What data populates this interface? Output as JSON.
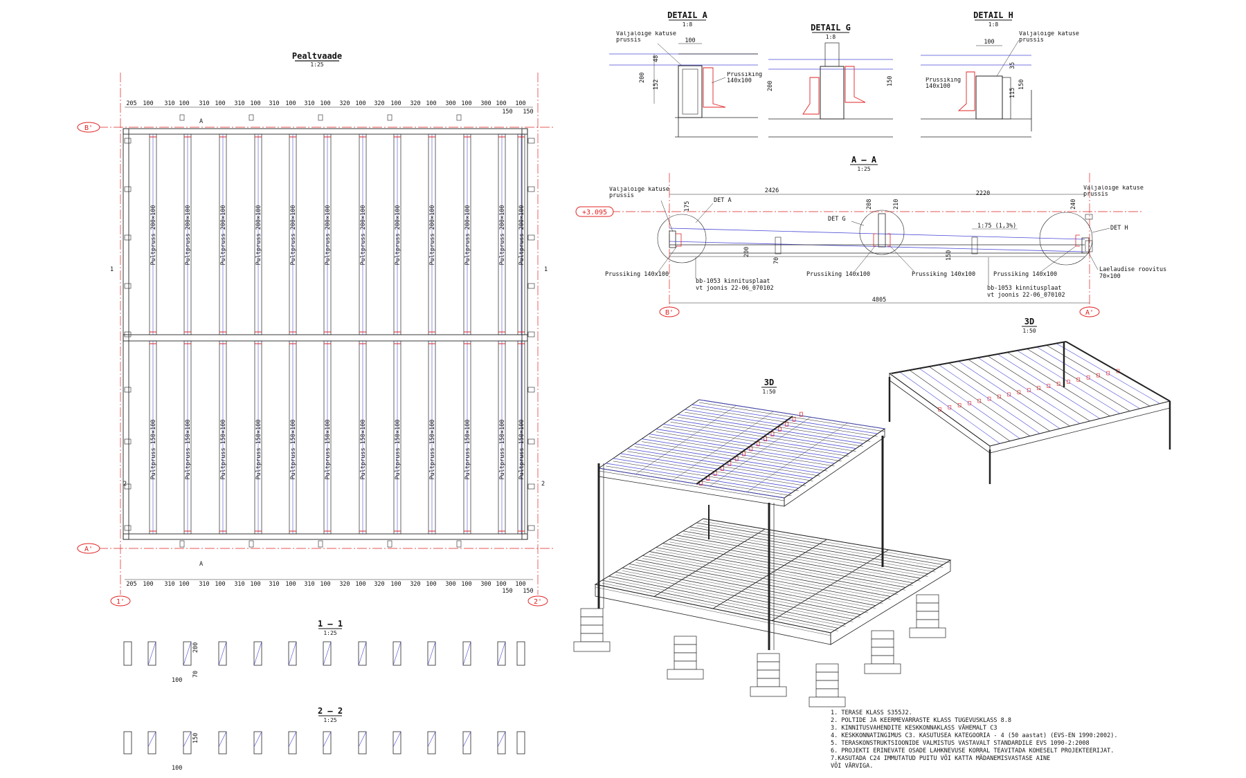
{
  "plan": {
    "title": "Pealtvaade",
    "scale": "1:25",
    "top_dims": [
      "205",
      "100",
      "310",
      "100",
      "310",
      "100",
      "310",
      "100",
      "310",
      "100",
      "310",
      "100",
      "320",
      "100",
      "320",
      "100",
      "320",
      "100",
      "300",
      "100",
      "300",
      "100",
      "100"
    ],
    "bottom_dims": [
      "205",
      "100",
      "310",
      "100",
      "310",
      "100",
      "310",
      "100",
      "310",
      "100",
      "310",
      "100",
      "320",
      "100",
      "320",
      "100",
      "320",
      "100",
      "300",
      "100",
      "300",
      "100",
      "100"
    ],
    "end_dim": "150",
    "upper_beam_label": "Pultpruss 200×100",
    "lower_beam_label": "Pultpruss 150×100",
    "grid_b": "B'",
    "grid_a": "A'",
    "grid_1": "1'",
    "grid_2": "2'",
    "section_a": "A",
    "section_1": "1",
    "section_2": "2"
  },
  "section_1_1": {
    "title": "1 – 1",
    "scale": "1:25",
    "dim_h": "200",
    "dim_gap": "70",
    "dim_w": "100"
  },
  "section_2_2": {
    "title": "2 – 2",
    "scale": "1:25",
    "dim_h": "150",
    "dim_w": "100"
  },
  "detail_a": {
    "title": "DETAIL A",
    "scale": "1:8",
    "dim_w": "100",
    "dim_48": "48",
    "dim_200": "200",
    "dim_152": "152",
    "label_top": "Väljalõige katuse prussis",
    "label_ring": "Prussiking 140x100"
  },
  "detail_g": {
    "title": "DETAIL G",
    "scale": "1:8",
    "dim_200": "200",
    "dim_150": "150"
  },
  "detail_h": {
    "title": "DETAIL H",
    "scale": "1:8",
    "dim_w": "100",
    "dim_35": "35",
    "dim_150": "150",
    "dim_115": "115",
    "label_top": "Väljalõige katuse prussis",
    "label_ring": "Prussiking 140x100"
  },
  "section_aa": {
    "title": "A – A",
    "scale": "1:25",
    "level": "+3.095",
    "dim_left": "2426",
    "dim_right": "2220",
    "dim_total": "4805",
    "slope": "1:75 (1,3%)",
    "h_175": "175",
    "h_208": "208",
    "h_210": "210",
    "h_240": "240",
    "h_200": "200",
    "h_70": "70",
    "h_150": "150",
    "label_cut_left": "Väljalõige katuse prussis",
    "label_cut_right": "Väljalõige katuse prussis",
    "det_a": "DET A",
    "det_g": "DET G",
    "det_h": "DET H",
    "ring_1": "Prussiking 140x100",
    "ring_2": "Prussiking 140x100",
    "ring_3": "Prussiking 140x100",
    "ring_4": "Prussiking 140x100",
    "plate_1a": "bb-1053 kinnitusplaat",
    "plate_1b": "vt joonis 22-06_070102",
    "plate_2a": "bb-1053 kinnitusplaat",
    "plate_2b": "vt joonis 22-06_070102",
    "lath_a": "Laelaudise roovitus",
    "lath_b": "70×100",
    "grid_b": "B'",
    "grid_a": "A'"
  },
  "view_3d_main": {
    "title": "3D",
    "scale": "1:50"
  },
  "view_3d_small": {
    "title": "3D",
    "scale": "1:50"
  },
  "notes": [
    "1. TERASE KLASS S355J2.",
    "2. POLTIDE JA KEERMEVARRASTE KLASS TUGEVUSKLASS 8.8",
    "3. KINNITUSVAHENDITE KESKKONNAKLASS VÄHEMALT C3",
    "4. KESKKONNATINGIMUS C3. KASUTUSEA KATEGOORIA - 4 (50 aastat) (EVS-EN 1990:2002).",
    "5. TERASKONSTRUKTSIOONIDE VALMISTUS VASTAVALT STANDARDILE EVS 1090-2:2008",
    "6. PROJEKTI ERINEVATE OSADE LAHKNEVUSE KORRAL TEAVITADA KOHESELT PROJEKTEERIJAT.",
    "7.KASUTADA C24 IMMUTATUD PUITU VÕI KATTA MÄDANEMISVASTASE AINE",
    "VÕI VÄRVIGA."
  ],
  "colors": {
    "line": "#222222",
    "grid_red": "#e02020",
    "beam_blue": "#4a4ad8"
  }
}
